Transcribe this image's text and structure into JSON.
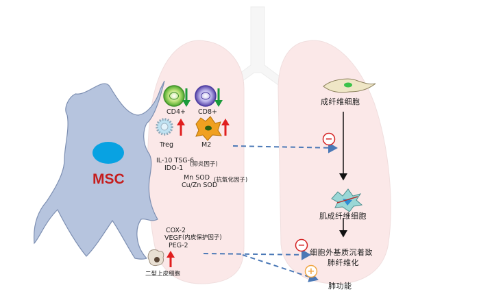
{
  "msc_label": "MSC",
  "immune": {
    "cd4": "CD4+",
    "cd8": "CD8+",
    "treg": "Treg",
    "m2": "M2"
  },
  "factors": {
    "anti_inflammatory": {
      "line1": "IL-10 TSG-6",
      "line2": "IDO-1",
      "tag": "(抑炎因子)"
    },
    "antioxidant": {
      "line1": "Mn SOD",
      "line2": "Cu/Zn SOD",
      "tag": "(抗氧化因子)"
    },
    "endothelial": {
      "line1": "COX-2",
      "line2": "VEGF",
      "line3": "PEG-2",
      "tag": "(内皮保护因子)"
    }
  },
  "cells": {
    "at2": "二型上皮细胞",
    "fibroblast": "成纤维细胞",
    "myofibroblast": "肌成纤维细胞"
  },
  "outcomes": {
    "ecm_line1": "细胞外基质沉着致",
    "ecm_line2": "肺纤维化",
    "lung_function": "肺功能"
  },
  "signs": {
    "minus": "−",
    "plus": "+"
  },
  "colors": {
    "msc_fill": "#b6c4de",
    "nucleus": "#08a2e2",
    "lung_fill": "#fbe8e8",
    "dashed_arrow": "#4a78b6",
    "up_arrow": "#e01e1e",
    "down_arrow": "#1a9a3a",
    "minus_circle": "#d42020",
    "plus_circle": "#f0a540"
  }
}
